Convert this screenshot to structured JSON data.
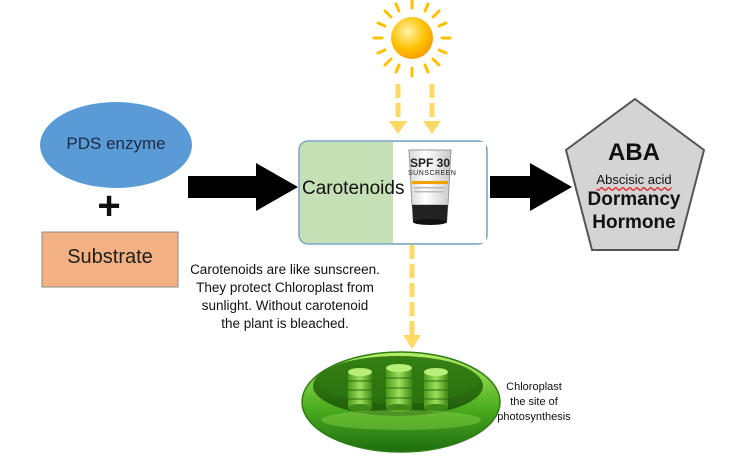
{
  "nodes": {
    "pds": "PDS enzyme",
    "plus": "+",
    "substrate": "Substrate",
    "carotenoids": "Carotenoids"
  },
  "sunscreen": {
    "spf": "SPF 30",
    "label": "SUNSCREEN"
  },
  "aba": {
    "abbrev": "ABA",
    "name": "Abscisic acid",
    "role_line1": "Dormancy",
    "role_line2": "Hormone"
  },
  "description": {
    "line1": "Carotenoids are like sunscreen.",
    "line2": "They protect Chloroplast from",
    "line3": "sunlight. Without carotenoid",
    "line4": "the plant is bleached."
  },
  "chloroplast": {
    "line1": "Chloroplast",
    "line2": "the site of",
    "line3": "photosynthesis"
  },
  "colors": {
    "enzyme_fill": "#5b9bd5",
    "substrate_fill": "#f4b183",
    "carotenoid_fill": "#c5e0b4",
    "aba_fill": "#d4d4d4",
    "arrow": "#000000",
    "sun": "#ffc000",
    "sunbeam": "#ffd966",
    "chloroplast": "#55b828"
  }
}
